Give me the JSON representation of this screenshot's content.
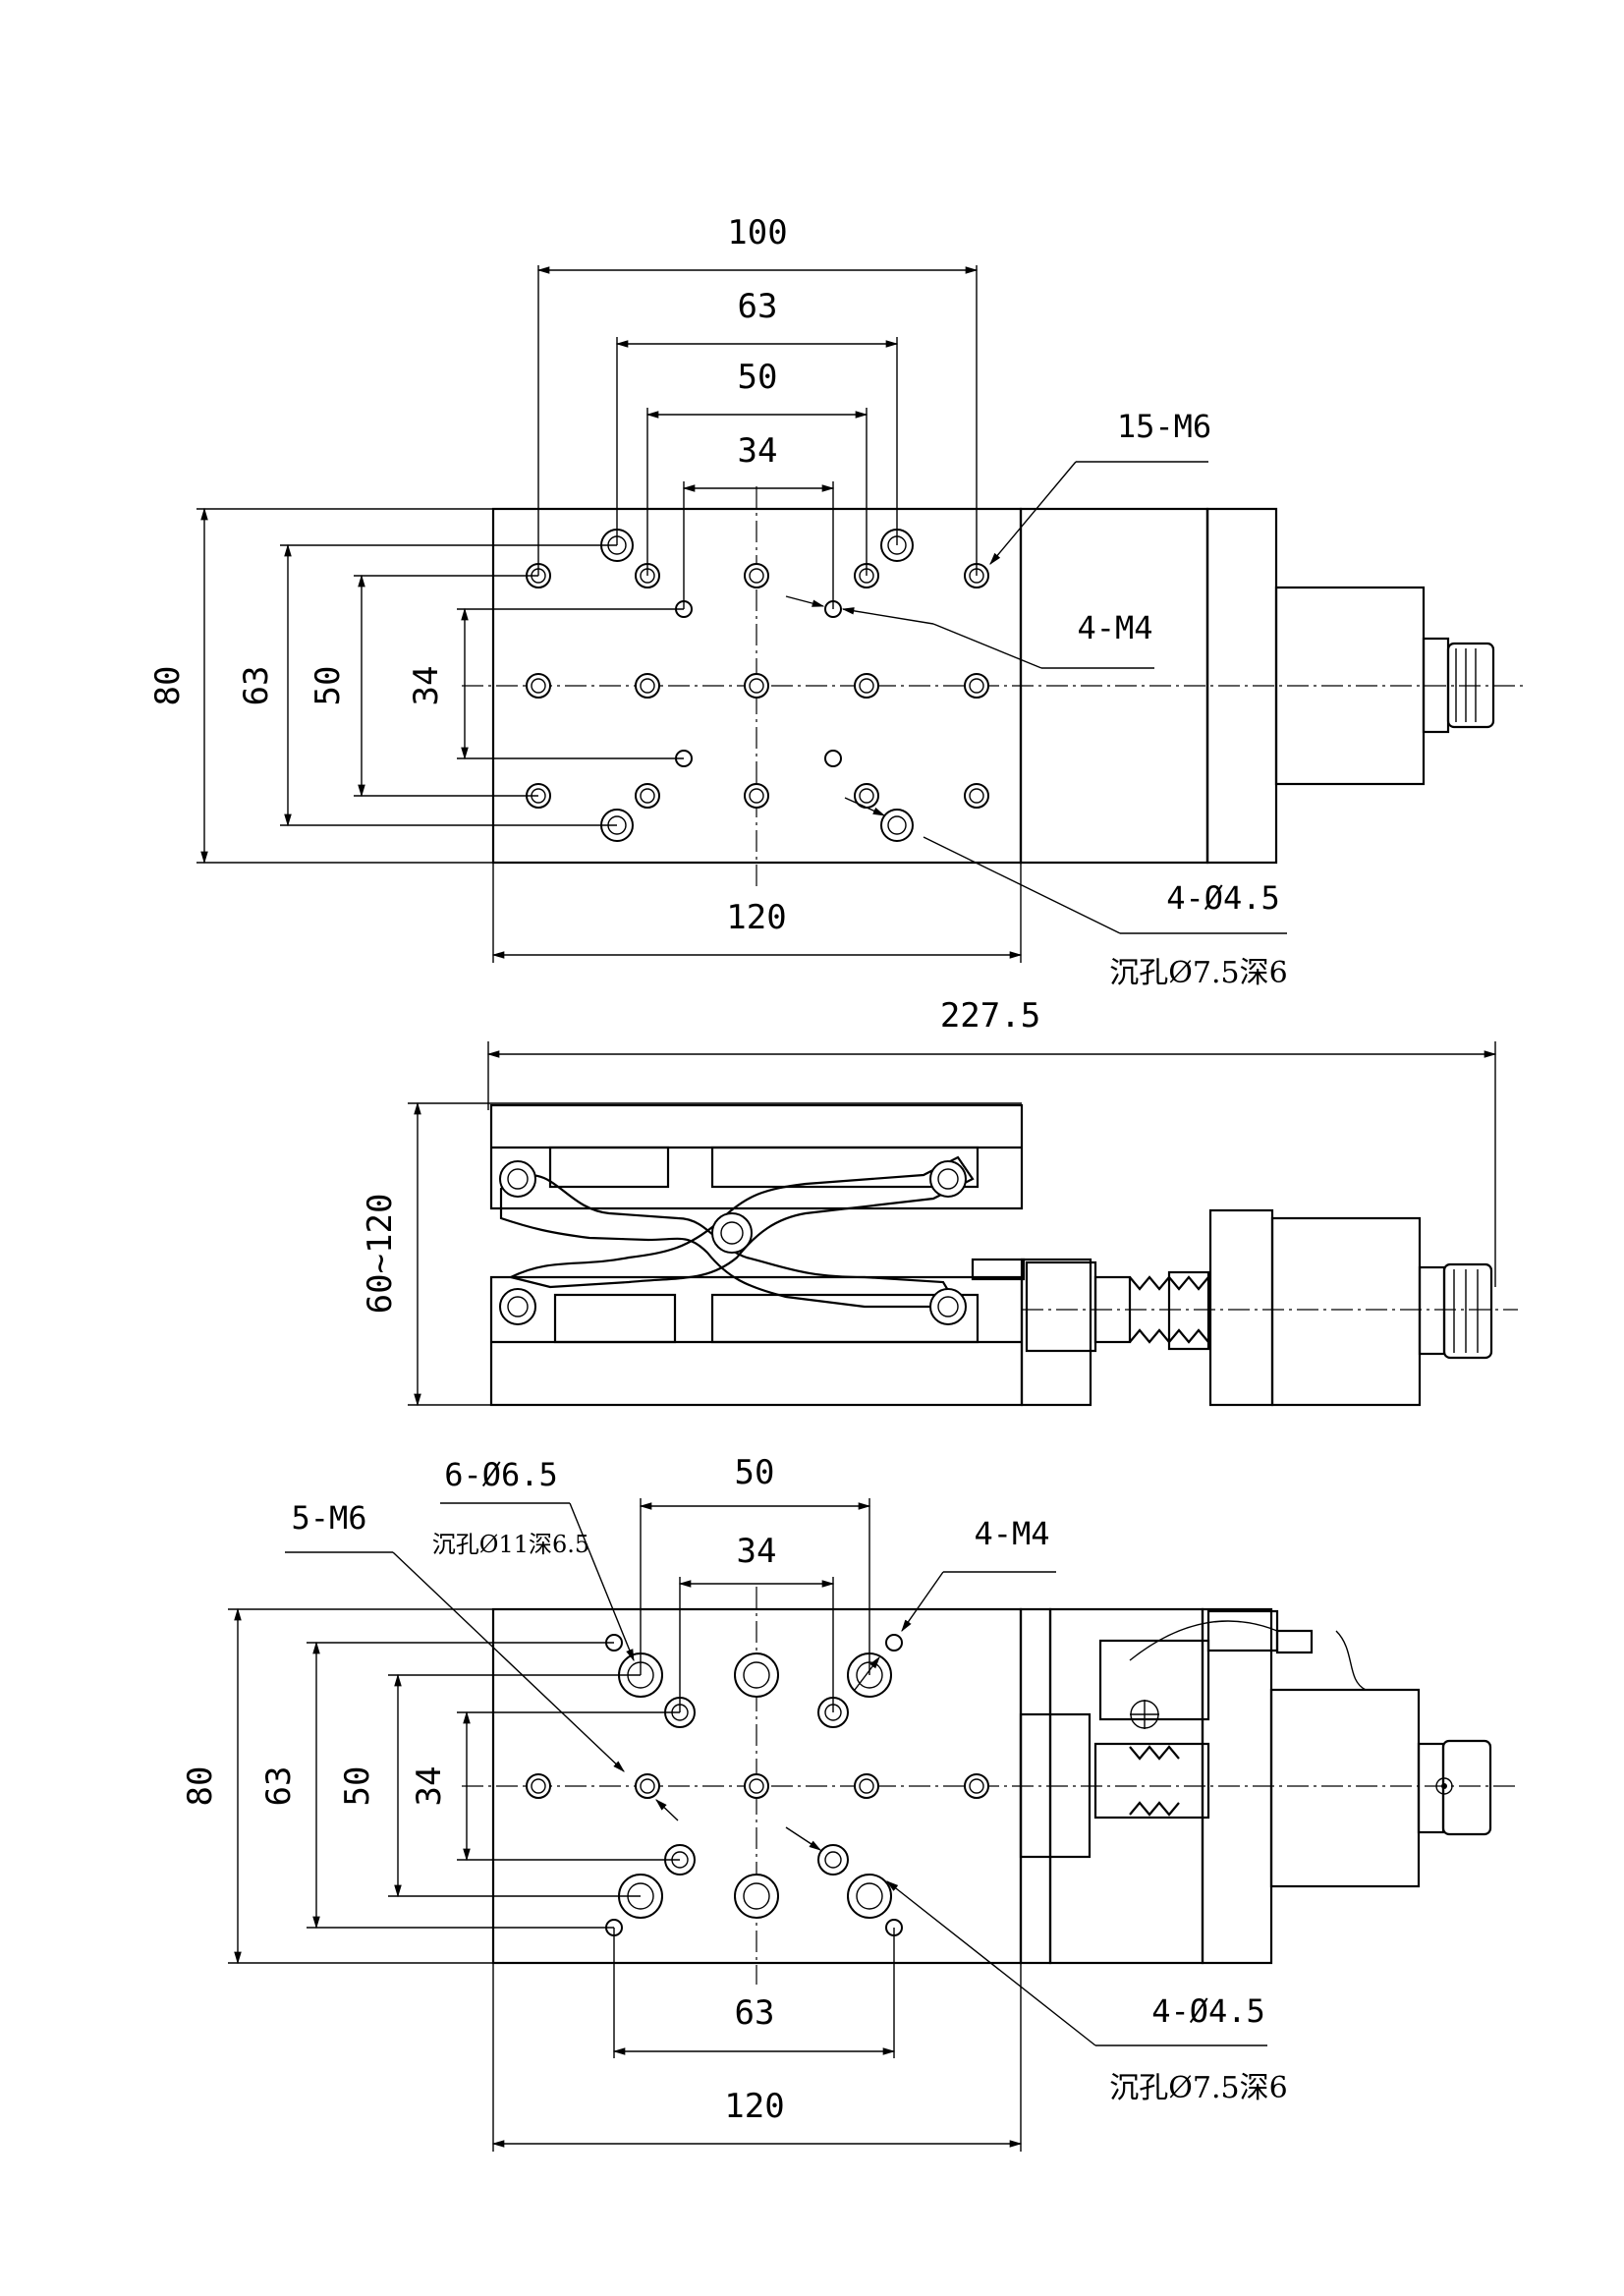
{
  "top_view": {
    "dims": {
      "d100": "100",
      "d63": "63",
      "d50": "50",
      "d34": "34",
      "d80_v": "80",
      "d63_v": "63",
      "d50_v": "50",
      "d34_v": "34",
      "d120": "120"
    },
    "notes": {
      "m6": "15-M6",
      "m4": "4-M4",
      "phi45": "4-Ø4.5",
      "counterbore": "沉孔Ø7.5深6"
    }
  },
  "side_view": {
    "dims": {
      "length": "227.5",
      "stroke": "60~120"
    }
  },
  "bottom_view": {
    "dims": {
      "d50": "50",
      "d34": "34",
      "d80_v": "80",
      "d63_v": "63",
      "d50_v": "50",
      "d34_v": "34",
      "d63": "63",
      "d120": "120"
    },
    "notes": {
      "phi65": "6-Ø6.5",
      "counterbore11": "沉孔Ø11深6.5",
      "m6": "5-M6",
      "m4": "4-M4",
      "phi45": "4-Ø4.5",
      "counterbore": "沉孔Ø7.5深6"
    }
  }
}
